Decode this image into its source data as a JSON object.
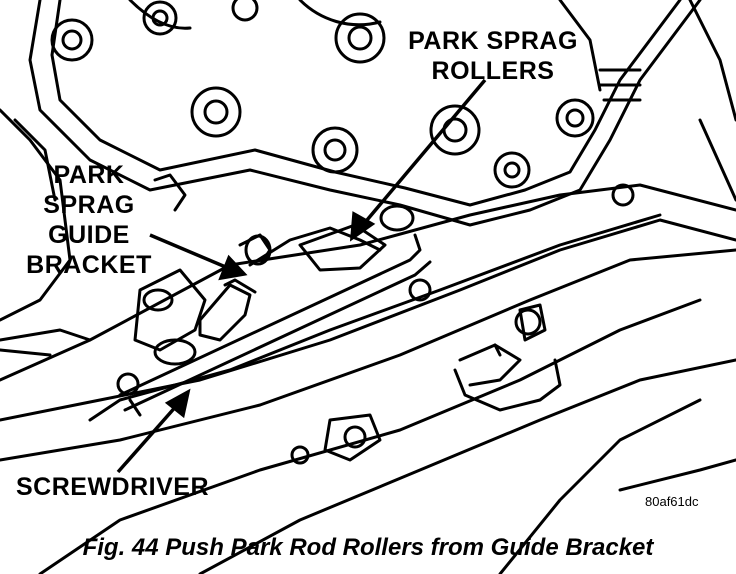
{
  "labels": {
    "park_sprag_rollers": [
      "PARK SPRAG",
      "ROLLERS"
    ],
    "park_sprag_guide_bracket": [
      "PARK",
      "SPRAG",
      "GUIDE",
      "BRACKET"
    ],
    "screwdriver": "SCREWDRIVER"
  },
  "figure_id": "80af61dc",
  "caption": "Fig. 44 Push Park Rod Rollers from Guide Bracket"
}
